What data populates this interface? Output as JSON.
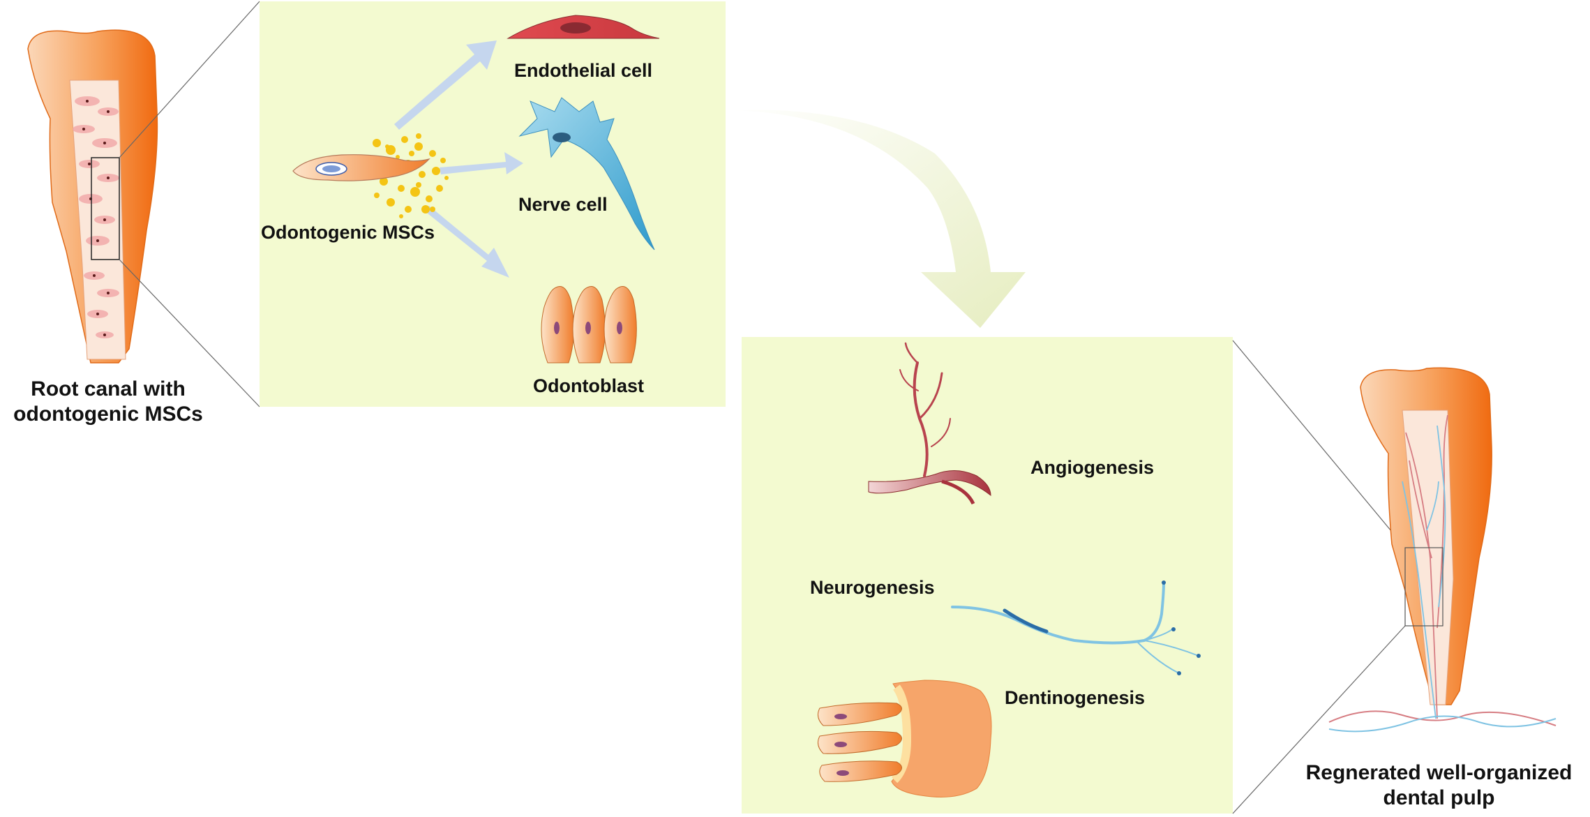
{
  "labels": {
    "root_canal_line1": "Root canal with",
    "root_canal_line2": "odontogenic MSCs",
    "endothelial_cell": "Endothelial cell",
    "nerve_cell": "Nerve cell",
    "odontogenic_mscs": "Odontogenic MSCs",
    "odontoblast": "Odontoblast",
    "angiogenesis": "Angiogenesis",
    "neurogenesis": "Neurogenesis",
    "dentinogenesis": "Dentinogenesis",
    "regenerated_line1": "Regnerated well-organized",
    "regenerated_line2": "dental pulp"
  },
  "colors": {
    "panel_bg": "#f3fad0",
    "tooth_orange": "#f47c20",
    "tooth_light": "#fbd2b0",
    "arrow_blue": "#c5d6ee",
    "big_arrow": "#eef2cf",
    "vessel_red": "#b8434e",
    "nerve_blue": "#62b4d8",
    "outline": "#555555"
  },
  "icons": [
    "tooth-left-icon",
    "msc-cell-icon",
    "endothelial-cell-icon",
    "nerve-cell-icon",
    "odontoblast-cells-icon",
    "blood-vessel-icon",
    "nerve-fiber-icon",
    "dentin-cells-icon",
    "tooth-right-icon",
    "curved-arrow-icon"
  ]
}
